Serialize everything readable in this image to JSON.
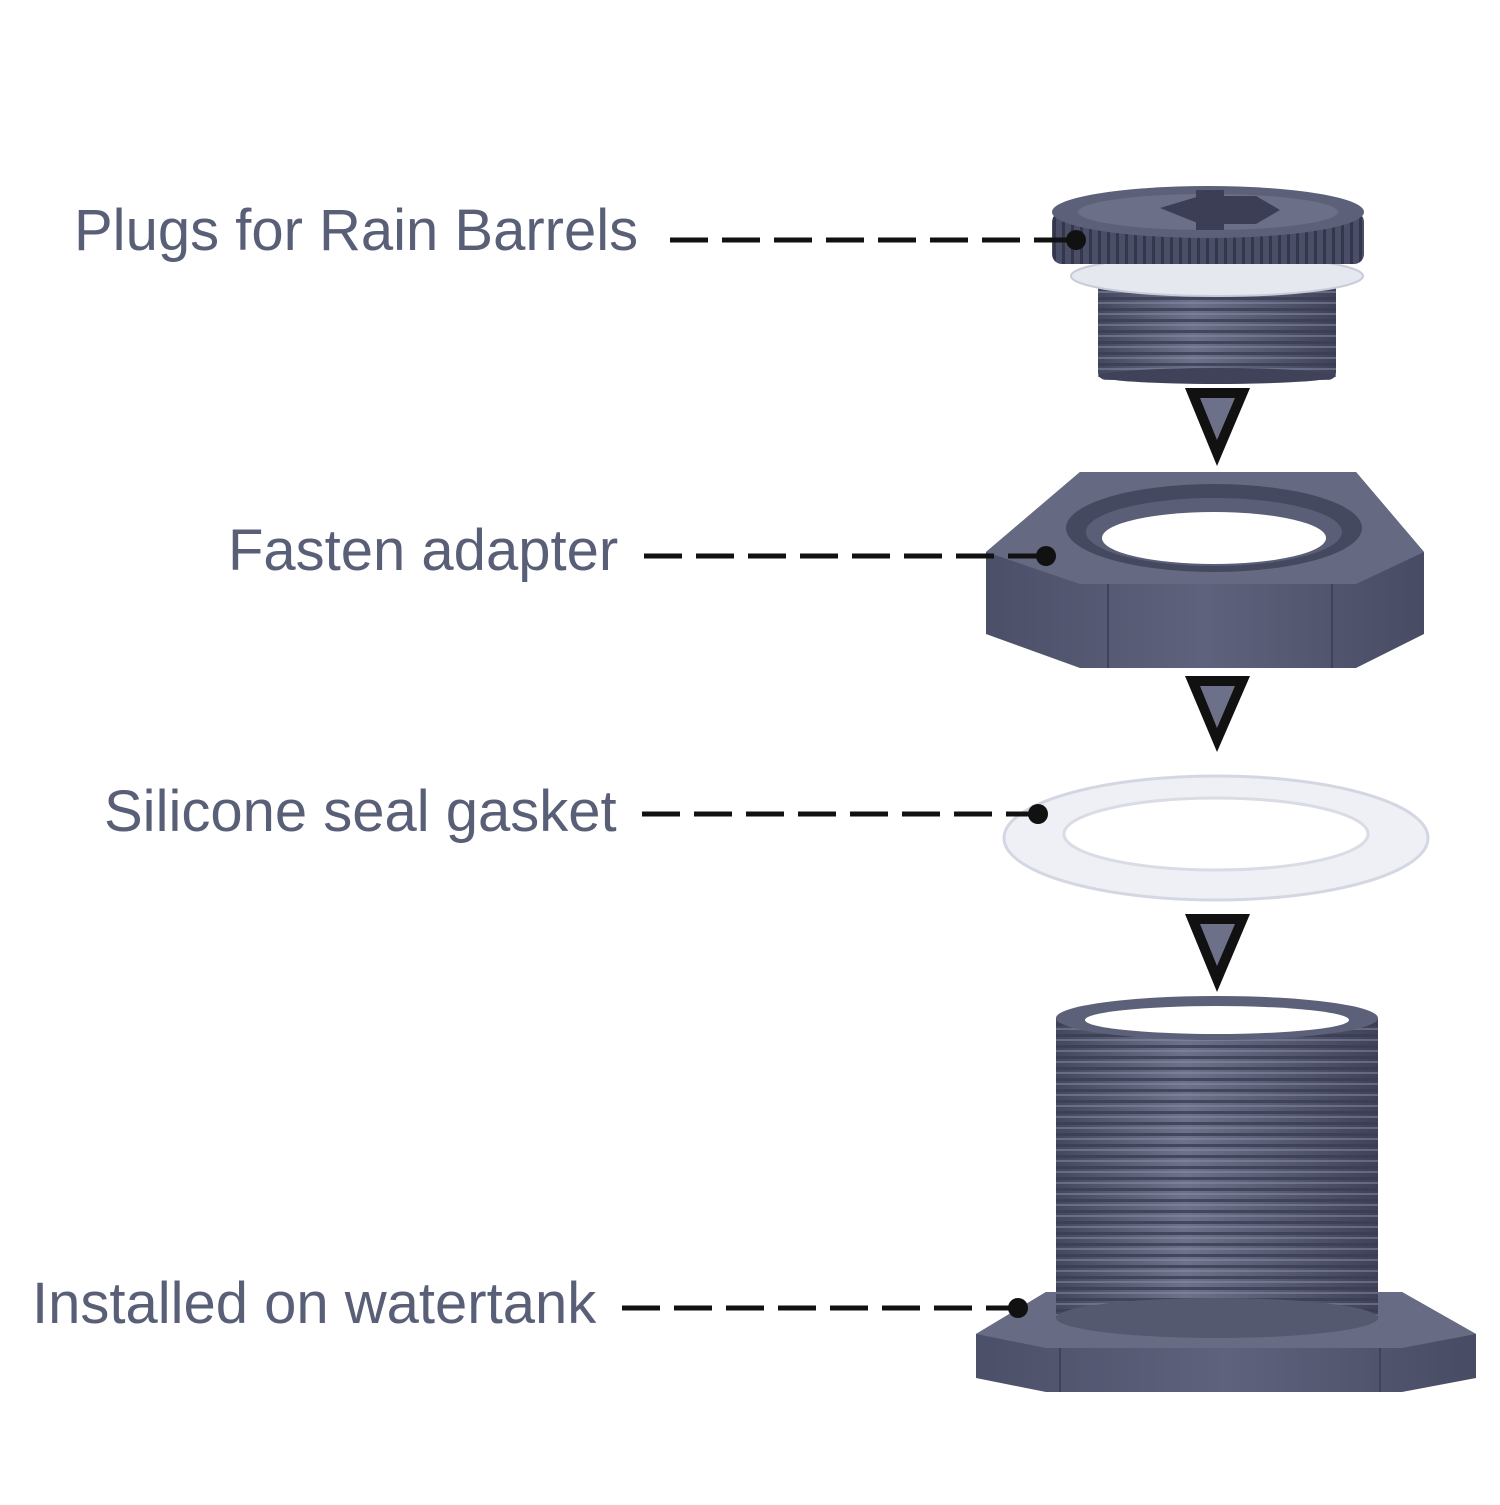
{
  "labels": {
    "plug": "Plugs for Rain Barrels",
    "fasten": "Fasten adapter",
    "seal": "Silicone seal gasket",
    "installed": "Installed on watertank"
  },
  "colors": {
    "text": "#5a5f78",
    "part_dark": "#4a4e66",
    "part_mid": "#5c6079",
    "part_light": "#70748d",
    "gasket": "#f1f2f6",
    "leader": "#111111"
  },
  "icons": {
    "arrow": "down-chevron-arrow",
    "leader_dot": "filled-circle"
  }
}
